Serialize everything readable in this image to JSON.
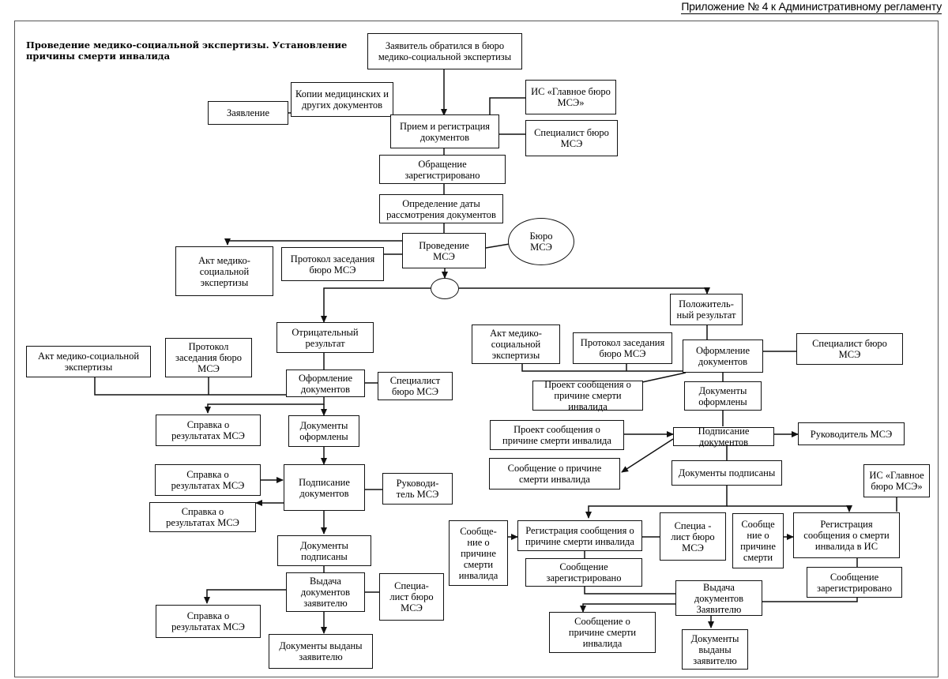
{
  "header": "Приложение № 4 к Административному регламенту",
  "title": "Проведение медико-социальной экспертизы. Установление причины смерти инвалида",
  "nodes": {
    "applicant": "Заявитель обратился в бюро\nмедико-социальной экспертизы",
    "copies": "Копии медицинских и\nдругих документов",
    "statement": "Заявление",
    "is_main_1": "ИС «Главное бюро\nМСЭ»",
    "reception": "Прием и регистрация\nдокументов",
    "specialist_1": "Специалист бюро\nМСЭ",
    "registered": "Обращение\nзарегистрировано",
    "date_def": "Определение даты\nрассмотрения документов",
    "conduct": "Проведение\nМСЭ",
    "bureau": "Бюро\nМСЭ",
    "act_1": "Акт медико-\nсоциальной\nэкспертизы",
    "protocol_1": "Протокол заседания\nбюро МСЭ",
    "negative": "Отрицательный\nрезультат",
    "act_2": "Акт медико-социальной\nэкспертизы",
    "protocol_2": "Протокол\nзаседания бюро\nМСЭ",
    "doc_prep_l": "Оформление\nдокументов",
    "specialist_l": "Специалист\nбюро МСЭ",
    "cert_1": "Справка о\nрезультатах МСЭ",
    "docs_done_l": "Документы\nоформлены",
    "cert_2": "Справка о\nрезультатах МСЭ",
    "signing_l": "Подписание\nдокументов",
    "head_l": "Руководи-\nтель МСЭ",
    "cert_3": "Справка о\nрезультатах МСЭ",
    "docs_signed_l": "Документы\nподписаны",
    "issue_l": "Выдача\nдокументов\nзаявителю",
    "specialist_l2": "Специа-\nлист бюро\nМСЭ",
    "cert_4": "Справка о\nрезультатах МСЭ",
    "docs_issued_l": "Документы выданы\nзаявителю",
    "positive": "Положитель-\nный результат",
    "act_3": "Акт медико-\nсоциальной\nэкспертизы",
    "protocol_3": "Протокол заседания\nбюро МСЭ",
    "doc_prep_r": "Оформление\nдокументов",
    "specialist_r": "Специалист бюро\nМСЭ",
    "draft_1": "Проект сообщения о\nпричине смерти инвалида",
    "docs_done_r": "Документы\nоформлены",
    "draft_2": "Проект сообщения о\nпричине смерти инвалида",
    "signing_r": "Подписание документов",
    "head_r": "Руководитель МСЭ",
    "msg_1": "Сообщение о причине\nсмерти инвалида",
    "docs_signed_r": "Документы подписаны",
    "is_main_2": "ИС «Главное\nбюро МСЭ»",
    "msg_2": "Сообще-\nние о\nпричине\nсмерти\nинвалида",
    "reg_msg": "Регистрация сообщения о\nпричине смерти инвалида",
    "specialist_r2": "Специа -\nлист бюро\nМСЭ",
    "msg_3": "Сообще\nние о\nпричине\nсмерти",
    "reg_is": "Регистрация\nсообщения о смерти\nинвалида в ИС",
    "msg_reg_1": "Сообщение\nзарегистрировано",
    "msg_reg_2": "Сообщение\nзарегистрировано",
    "issue_r": "Выдача\nдокументов\nЗаявителю",
    "msg_4": "Сообщение о\nпричине смерти\nинвалида",
    "docs_issued_r": "Документы\nвыданы\nзаявителю"
  }
}
